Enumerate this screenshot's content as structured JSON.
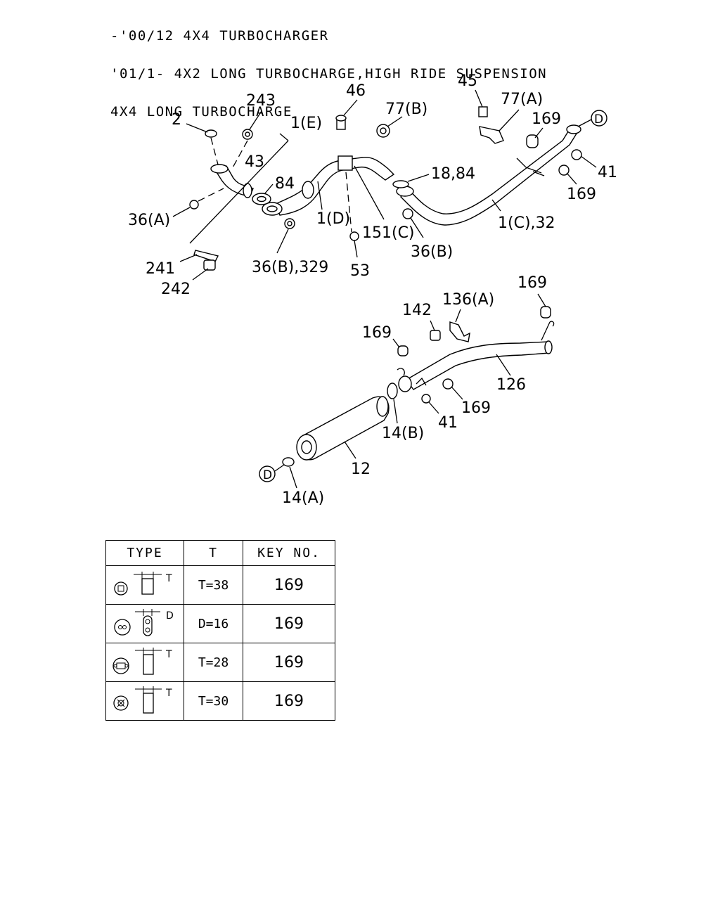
{
  "header": {
    "line1": "-'00/12 4X4 TURBOCHARGER",
    "line2": "'01/1- 4X2 LONG TURBOCHARGE,HIGH RIDE SUSPENSION",
    "line3": "4X4 LONG TURBOCHARGE"
  },
  "callouts": {
    "c2": "2",
    "c243": "243",
    "c46": "46",
    "c77b": "77(B)",
    "c45": "45",
    "c77a": "77(A)",
    "c169_top": "169",
    "cD_top": "D",
    "c1e": "1(E)",
    "c43": "43",
    "c84": "84",
    "c18_84": "18,84",
    "c41_top": "41",
    "c169_r": "169",
    "c36a": "36(A)",
    "c1d": "1(D)",
    "c151c": "151(C)",
    "c1c_32": "1(C),32",
    "c241": "241",
    "c242": "242",
    "c36b_329": "36(B),329",
    "c53": "53",
    "c36b": "36(B)",
    "c169_tail": "169",
    "c142": "142",
    "c136a": "136(A)",
    "c169_mid": "169",
    "c126": "126",
    "c169_low": "169",
    "c41_low": "41",
    "c14b": "14(B)",
    "c12": "12",
    "cD_low": "D",
    "c14a": "14(A)"
  },
  "table": {
    "headers": [
      "TYPE",
      "T",
      "KEY NO."
    ],
    "rows": [
      {
        "dim": "T",
        "value": "T=38",
        "key": "169"
      },
      {
        "dim": "D",
        "value": "D=16",
        "key": "169"
      },
      {
        "dim": "T",
        "value": "T=28",
        "key": "169"
      },
      {
        "dim": "T",
        "value": "T=30",
        "key": "169"
      }
    ]
  }
}
